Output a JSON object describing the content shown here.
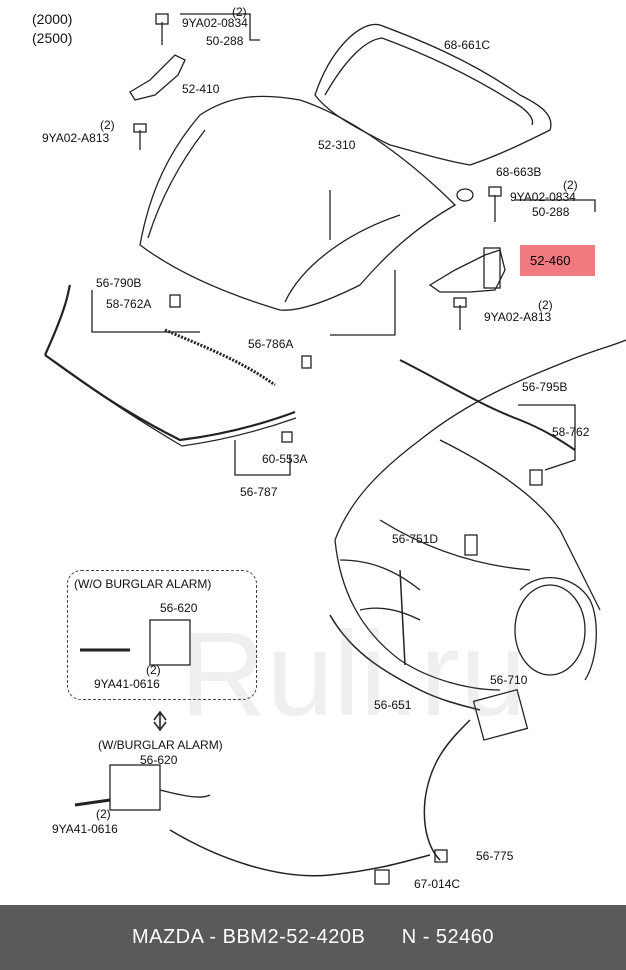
{
  "header": {
    "variant_1": "(2000)",
    "variant_2": "(2500)"
  },
  "parts": {
    "p_9YA02_0834_top": "9YA02-0834",
    "p_qty_top": "(2)",
    "p_50_288_top": "50-288",
    "p_52_410": "52-410",
    "p_9YA02_A813_left": "9YA02-A813",
    "p_qty_left": "(2)",
    "p_68_661C": "68-661C",
    "p_52_310": "52-310",
    "p_68_663B": "68-663B",
    "p_qty_right": "(2)",
    "p_9YA02_0834_right": "9YA02-0834",
    "p_50_288_right": "50-288",
    "p_52_460": "52-460",
    "p_qty_right2": "(2)",
    "p_9YA02_A813_right": "9YA02-A813",
    "p_56_790B": "56-790B",
    "p_58_762A": "58-762A",
    "p_56_786A": "56-786A",
    "p_60_553A": "60-553A",
    "p_56_787": "56-787",
    "p_56_795B": "56-795B",
    "p_58_762": "58-762",
    "p_56_751D": "56-751D",
    "p_56_620_a": "56-620",
    "p_qty_latch_a": "(2)",
    "p_9YA41_0616_a": "9YA41-0616",
    "p_56_710": "56-710",
    "p_56_651": "56-651",
    "p_56_620_b": "56-620",
    "p_9YA41_0616_b": "9YA41-0616",
    "p_qty_latch_b": "(2)",
    "p_56_775": "56-775",
    "p_67_014C": "67-014C"
  },
  "notes": {
    "wo_alarm": "(W/O BURGLAR ALARM)",
    "w_alarm": "(W/BURGLAR ALARM)"
  },
  "footer": {
    "text": "MAZDA - BBM2-52-420B      N - 52460"
  },
  "watermark": {
    "text": "Ruli.ru"
  },
  "colors": {
    "highlight": "#f07a80",
    "footer_bg": "#5a5a5a",
    "line": "#222222"
  }
}
